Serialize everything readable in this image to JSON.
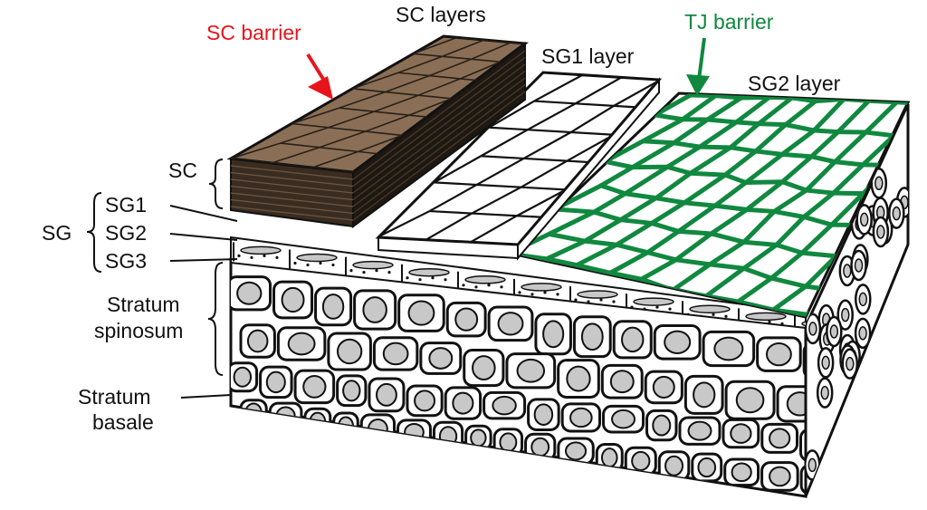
{
  "labels": {
    "sc_barrier": "SC barrier",
    "sc_layers": "SC layers",
    "sg1_layer": "SG1 layer",
    "tj_barrier": "TJ barrier",
    "sg2_layer": "SG2 layer",
    "sc": "SC",
    "sg": "SG",
    "sg1": "SG1",
    "sg2": "SG2",
    "sg3": "SG3",
    "stratum_spinosum_1": "Stratum",
    "stratum_spinosum_2": "spinosum",
    "stratum_basale_1": "Stratum",
    "stratum_basale_2": "basale"
  },
  "colors": {
    "sc_barrier": "#e8141b",
    "tj_barrier": "#10883f",
    "sc_surface": "#8a6f56",
    "sc_side": "#2a2018",
    "cell_fill": "#ffffff",
    "nucleus_fill": "#c8c8c8",
    "outline": "#111111"
  }
}
